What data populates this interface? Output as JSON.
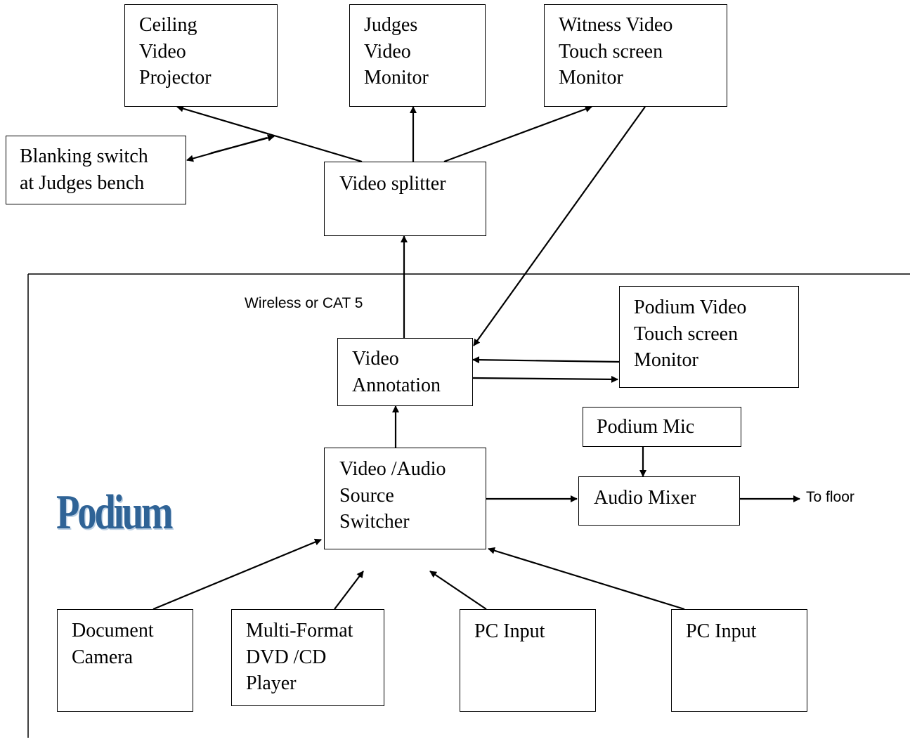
{
  "boxes": {
    "ceiling_projector": "Ceiling\nVideo\nProjector",
    "judges_monitor": "Judges\nVideo\nMonitor",
    "witness_monitor": "Witness Video\nTouch screen\nMonitor",
    "blanking_switch": "Blanking switch\nat Judges bench",
    "video_splitter": "Video splitter",
    "video_annotation": "Video\nAnnotation",
    "podium_monitor": "Podium Video\nTouch screen\nMonitor",
    "podium_mic": "Podium Mic",
    "source_switcher": "Video /Audio\nSource\nSwitcher",
    "audio_mixer": "Audio Mixer",
    "document_camera": "Document\nCamera",
    "dvd_player": "Multi-Format\nDVD /CD\nPlayer",
    "pc_input_1": "PC Input",
    "pc_input_2": "PC Input"
  },
  "labels": {
    "link": "Wireless or CAT 5",
    "to_floor": "To floor",
    "podium_logo": "Podium"
  }
}
